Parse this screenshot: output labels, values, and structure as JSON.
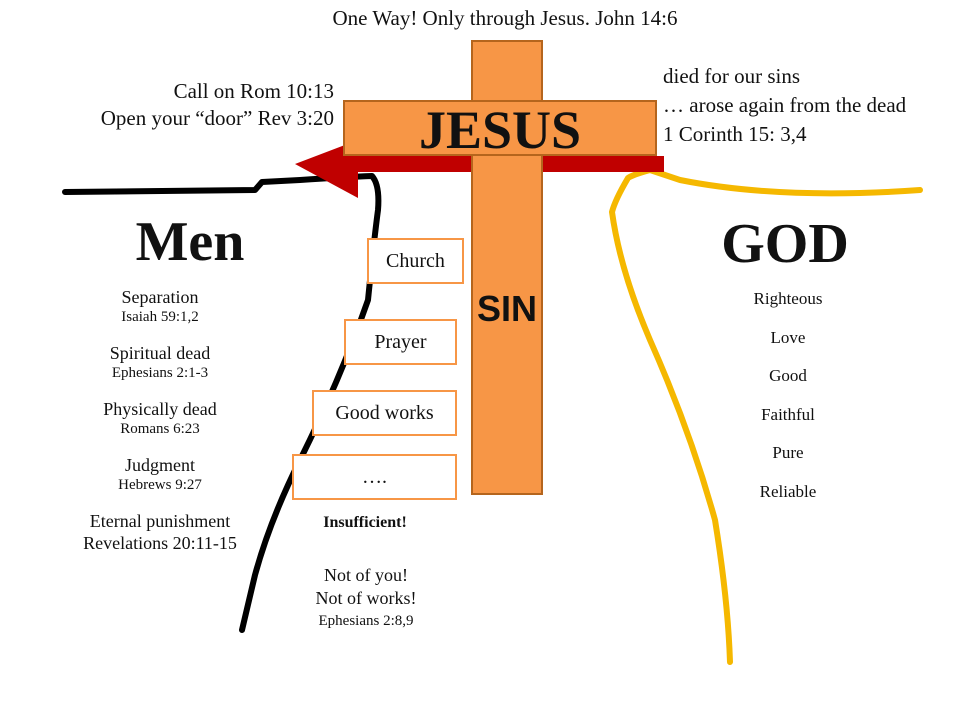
{
  "title": "One Way! Only through Jesus. John 14:6",
  "call": {
    "line1": "Call on Rom 10:13",
    "line2": "Open your “door” Rev 3:20"
  },
  "died": {
    "line1": "died for our sins",
    "line2": "… arose again from the dead",
    "line3": "1 Corinth 15: 3,4"
  },
  "cross": {
    "top_label": "JESUS",
    "stem_label": "SIN"
  },
  "men": {
    "heading": "Men",
    "items": [
      {
        "label": "Separation",
        "ref": "Isaiah 59:1,2"
      },
      {
        "label": "Spiritual dead",
        "ref": "Ephesians 2:1-3"
      },
      {
        "label": "Physically  dead",
        "ref": "Romans 6:23"
      },
      {
        "label": "Judgment",
        "ref": "Hebrews 9:27"
      },
      {
        "label": "Eternal punishment",
        "ref": "Revelations 20:11-15"
      }
    ]
  },
  "god": {
    "heading": "GOD",
    "items": [
      "Righteous",
      "Love",
      "Good",
      "Faithful",
      "Pure",
      "Reliable"
    ]
  },
  "efforts": [
    "Church",
    "Prayer",
    "Good works",
    "…."
  ],
  "insufficient": "Insufficient!",
  "not_of_you": {
    "line1": "Not of you!",
    "line2": "Not of works!",
    "ref": "Ephesians 2:8,9"
  },
  "colors": {
    "cross": "#f79646",
    "arrow": "#c00000",
    "god_line": "#f5b800",
    "men_line": "#000000"
  }
}
